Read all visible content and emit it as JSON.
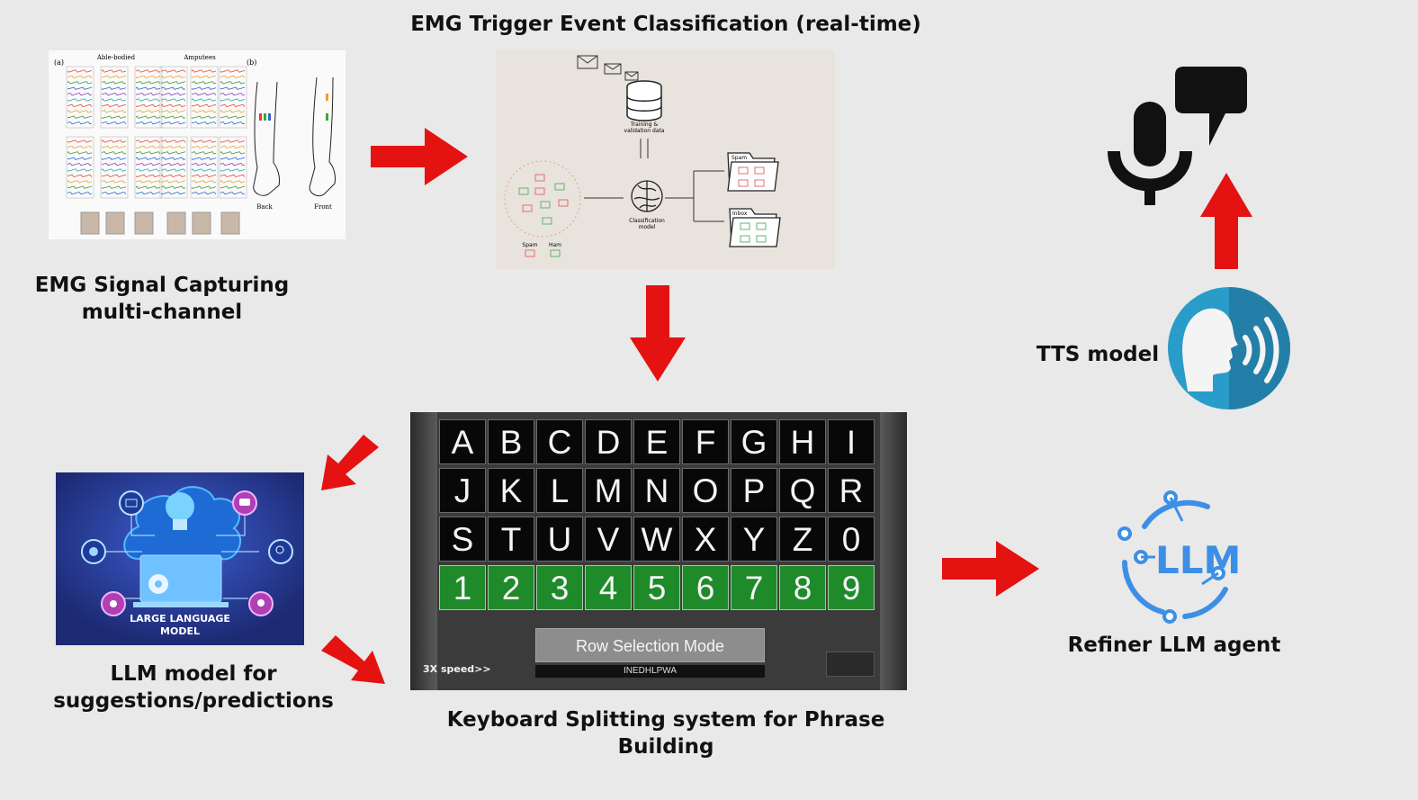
{
  "labels": {
    "classification_title": "EMG Trigger Event Classification (real-time)",
    "emg_line1": "EMG Signal Capturing",
    "emg_line2": "multi-channel",
    "tts": "TTS model",
    "llm_line1": "LLM model for",
    "llm_line2": "suggestions/predictions",
    "keyboard": "Keyboard Splitting system for Phrase Building",
    "refiner": "Refiner LLM agent"
  },
  "emg_figure": {
    "panel_a": "(a)",
    "panel_b": "(b)",
    "able_bodied": "Able-bodied",
    "amputees": "Amputees",
    "back": "Back",
    "front": "Front"
  },
  "classification_figure": {
    "training": "Training &",
    "validation": "validation data",
    "model1": "Classification",
    "model2": "model",
    "spam_folder": "Spam",
    "inbox_folder": "Inbox",
    "spam_legend": "Spam",
    "ham_legend": "Ham"
  },
  "keyboard": {
    "rows": [
      [
        "A",
        "B",
        "C",
        "D",
        "E",
        "F",
        "G",
        "H",
        "I"
      ],
      [
        "J",
        "K",
        "L",
        "M",
        "N",
        "O",
        "P",
        "Q",
        "R"
      ],
      [
        "S",
        "T",
        "U",
        "V",
        "W",
        "X",
        "Y",
        "Z",
        "0"
      ],
      [
        "1",
        "2",
        "3",
        "4",
        "5",
        "6",
        "7",
        "8",
        "9"
      ]
    ],
    "mode_button": "Row Selection Mode",
    "speed": "3X speed>>",
    "phrase": "INEDHLPWA"
  },
  "llm_image": {
    "caption_line1": "LARGE LANGUAGE",
    "caption_line2": "MODEL"
  },
  "refiner_logo": {
    "text": "LLM"
  },
  "colors": {
    "arrow": "#e51212",
    "background": "#e9e9e9",
    "tts_blue": "#2a9cc9",
    "llm_blue": "#3d8fe6",
    "key_green": "#1f8a2a"
  }
}
